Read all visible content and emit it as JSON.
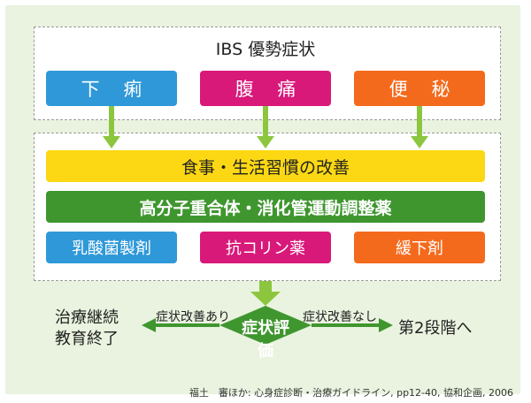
{
  "title": "IBS 優勢症状",
  "symptoms": [
    {
      "label": "下 痢",
      "color": "#2f98d8"
    },
    {
      "label": "腹 痛",
      "color": "#d8197a"
    },
    {
      "label": "便 秘",
      "color": "#f46a1c"
    }
  ],
  "lifestyle": "食事・生活習慣の改善",
  "drug_main": "高分子重合体・消化管運動調整薬",
  "drugs": [
    {
      "label": "乳酸菌製剤",
      "color": "#2f98d8"
    },
    {
      "label": "抗コリン薬",
      "color": "#d8197a"
    },
    {
      "label": "緩下剤",
      "color": "#f46a1c"
    }
  ],
  "evaluation": "症状評価",
  "left_label": "症状改善あり",
  "right_label": "症状改善なし",
  "left_outcome_line1": "治療継続",
  "left_outcome_line2": "教育終了",
  "right_outcome": "第2段階へ",
  "citation": "福土　審ほか: 心身症診断・治療ガイドライン, pp12-40, 協和企画, 2006",
  "colors": {
    "green": "#3f962f",
    "arrow": "#8cc63f",
    "yellow": "#fbd813",
    "panel": "#e9f3df"
  }
}
